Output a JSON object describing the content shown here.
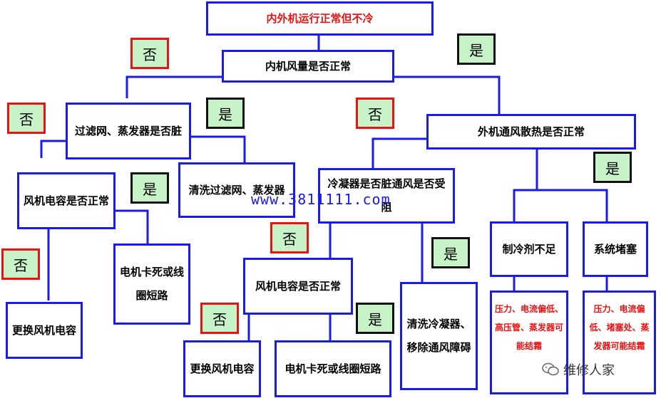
{
  "nodes": {
    "root": "内外机运行正常但不冷",
    "indoor_fan": "内机风量是否正常",
    "filter_dirty": "过滤网、蒸发器是否脏",
    "clean_filter": "清洗过滤网、蒸发器",
    "fan_cap_1": "风机电容是否正常",
    "motor_stuck_1": "电机卡死或线圈短路",
    "replace_cap_1": "更换风机电容",
    "outdoor_fan": "外机通风散热是否正常",
    "condenser": "冷凝器是否脏通风是否受阻",
    "fan_cap_2": "风机电容是否正常",
    "replace_cap_2": "更换风机电容",
    "motor_stuck_2": "电机卡死或线圈短路",
    "clean_condenser": "清洗冷凝器、移除通风障碍",
    "refrigerant_low": "制冷剂不足",
    "system_blocked": "系统堵塞",
    "note_refrigerant": "压力、电流偏低、高压管、蒸发器可能结霜",
    "note_blocked": "压力、电流偏低、堵塞处、蒸发器可能结霜"
  },
  "tags": {
    "no": "否",
    "yes": "是"
  },
  "watermark": "www.3811111.com",
  "brand": "维修人家",
  "colors": {
    "box_border": "#1a1aee",
    "no_border": "#ee1111",
    "yes_border": "#111111",
    "tag_fill": "#c8f2c8",
    "alert_text": "#ee1111"
  }
}
